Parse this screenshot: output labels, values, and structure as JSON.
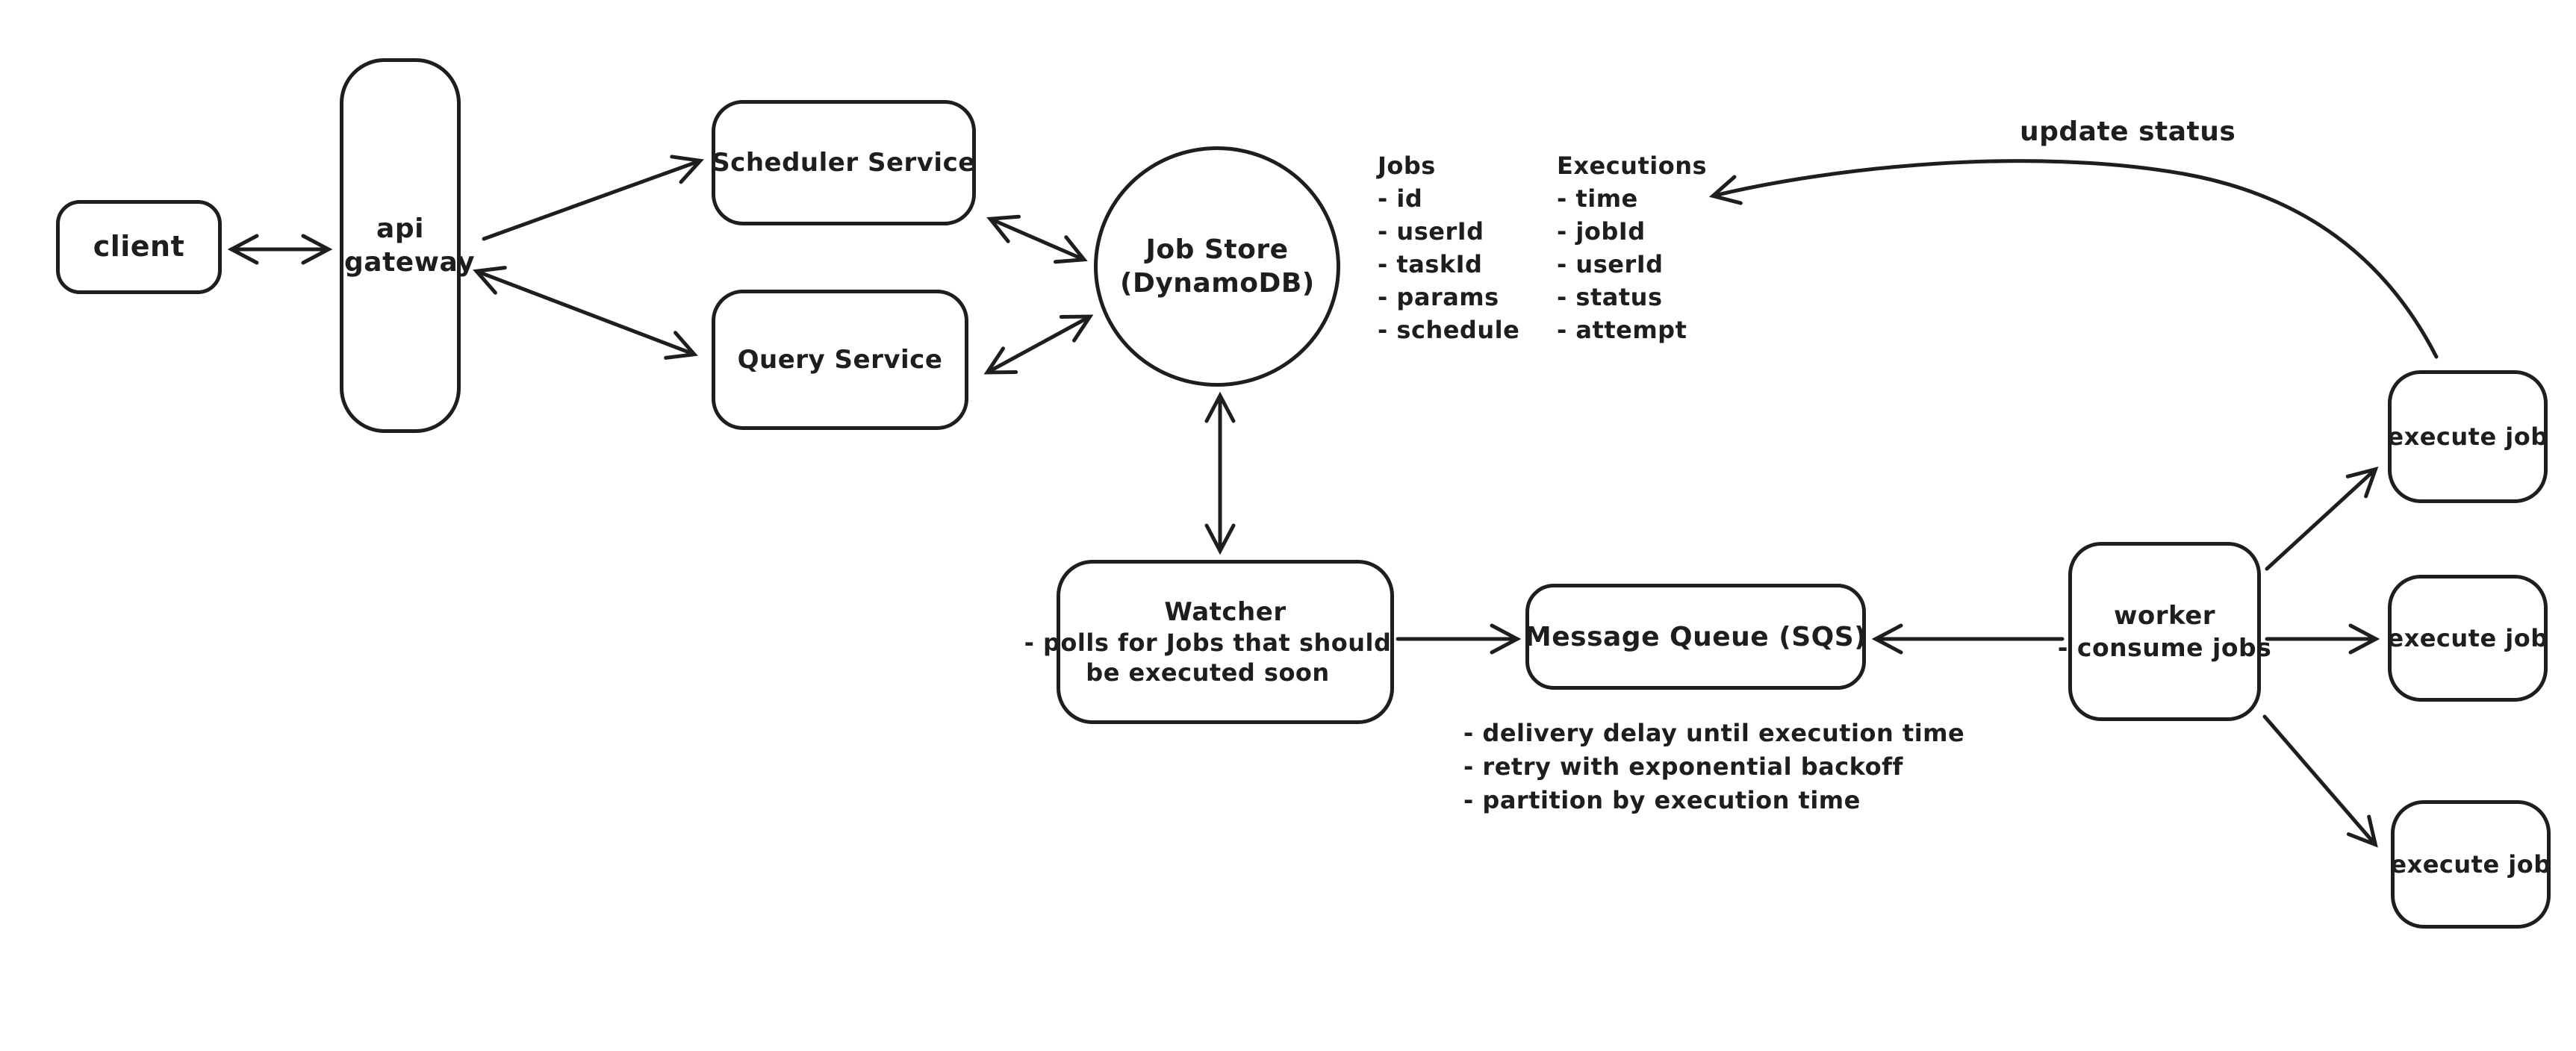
{
  "colors": {
    "stroke": "#1e1e1e",
    "background": "#ffffff"
  },
  "nodes": {
    "client": {
      "label": "client"
    },
    "api_gateway": {
      "label": "api gateway"
    },
    "scheduler_service": {
      "label": "Scheduler Service"
    },
    "query_service": {
      "label": "Query Service"
    },
    "job_store": {
      "label": "Job Store (DynamoDB)"
    },
    "watcher": {
      "title": "Watcher",
      "note": "- polls for Jobs that should be executed soon"
    },
    "message_queue": {
      "label": "Message Queue (SQS)"
    },
    "worker": {
      "title": "worker",
      "note": "- consume jobs"
    },
    "execute_job_1": {
      "label": "execute job"
    },
    "execute_job_2": {
      "label": "execute job"
    },
    "execute_job_3": {
      "label": "execute job"
    }
  },
  "lists": {
    "jobs": {
      "title": "Jobs",
      "items": [
        "- id",
        "- userId",
        "- taskId",
        "- params",
        "- schedule"
      ]
    },
    "executions": {
      "title": "Executions",
      "items": [
        "- time",
        "- jobId",
        "- userId",
        "- status",
        "- attempt"
      ]
    }
  },
  "annotations": {
    "update_status": "update status",
    "queue_notes": [
      "- delivery delay until execution time",
      "- retry with exponential backoff",
      "- partition by execution time"
    ]
  }
}
